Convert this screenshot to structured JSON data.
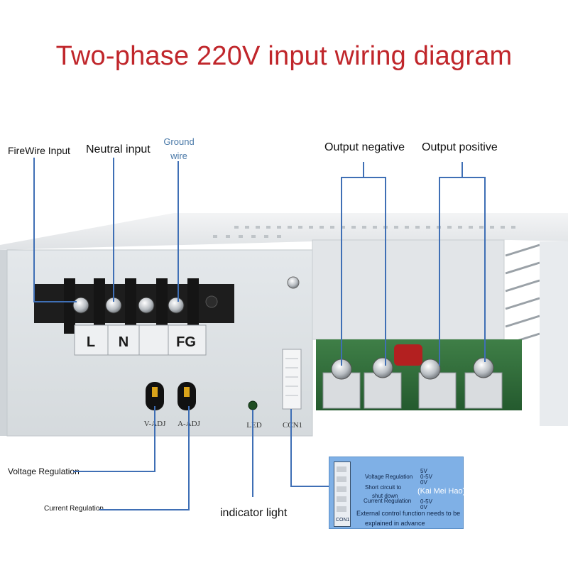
{
  "title": "Two-phase 220V input wiring diagram",
  "labels": {
    "firewire": "FireWire Input",
    "neutral": "Neutral input",
    "ground_line1": "Ground",
    "ground_line2": "wire",
    "out_negative": "Output negative",
    "out_positive": "Output positive",
    "voltage_regulation": "Voltage Regulation",
    "current_regulation": "Current Regulation",
    "indicator_light": "indicator light"
  },
  "terminal_block": {
    "letters": [
      "L",
      "N",
      "FG"
    ]
  },
  "board_silkscreen": {
    "v_adj": "V-ADJ",
    "a_adj": "A-ADJ",
    "led": "LED",
    "ccn1": "CCN1"
  },
  "inset": {
    "connector": "CON1",
    "rows": [
      {
        "label": "Voltage Regulation",
        "value": "5V"
      },
      {
        "label": "Short circuit to",
        "value": "0-5V"
      },
      {
        "label": "shut down",
        "value": "0V"
      },
      {
        "label": "Current Regulation",
        "value": "0-5V"
      },
      {
        "label": "",
        "value": "0V"
      }
    ],
    "brand": "(Kai Mei Hao)",
    "note_line1": "External control function needs to be",
    "note_line2": "explained in advance"
  },
  "colors": {
    "title": "#c0262b",
    "wire": "#3f6fb5",
    "case": "#e9ecef",
    "pcb": "#2f6b3a"
  }
}
